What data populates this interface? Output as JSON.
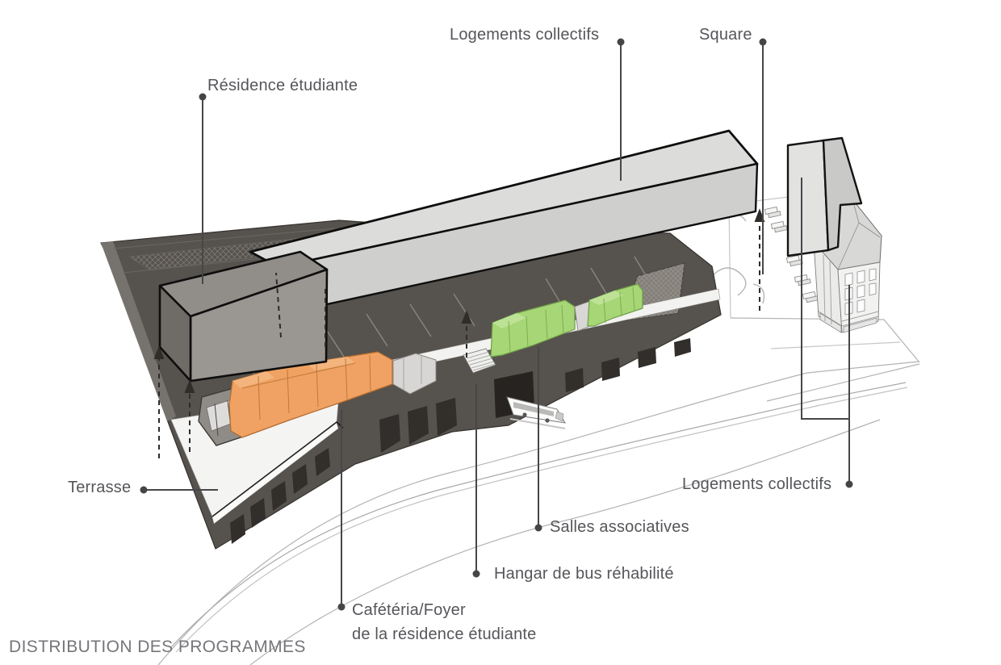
{
  "page": {
    "title": "DISTRIBUTION DES PROGRAMMES"
  },
  "annotations": {
    "residence": {
      "label": "Résidence étudiante"
    },
    "logements_top": {
      "label": "Logements collectifs"
    },
    "square": {
      "label": "Square"
    },
    "terrasse": {
      "label": "Terrasse"
    },
    "logements_right": {
      "label": "Logements collectifs"
    },
    "salles": {
      "label": "Salles associatives"
    },
    "hangar": {
      "label": "Hangar de bus réhabilité"
    },
    "cafeteria": {
      "line1": "Cafétéria/Foyer",
      "line2": "de la résidence étudiante"
    }
  },
  "colors": {
    "label_text": "#55565a",
    "title_text": "#75767a",
    "leader": "#47474a",
    "cafeteria_orange": "#efa263",
    "salles_green": "#a6d675",
    "hangar_dark": "#56524d",
    "hangar_facade": "#45413d",
    "bar_top": "#dcdcdb",
    "bar_front": "#cfcfce",
    "residence_top": "#918e8a",
    "residence_front": "#9a9692",
    "terrace_white": "#f4f4f3",
    "context_light": "#e2e2e1"
  }
}
